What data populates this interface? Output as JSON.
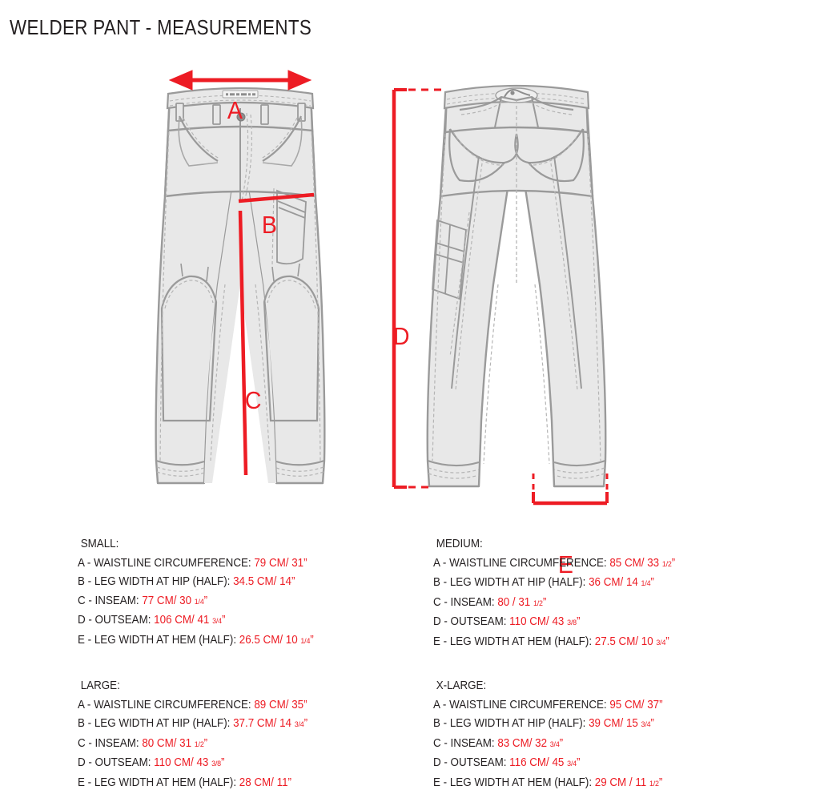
{
  "title": "WELDER PANT - MEASUREMENTS",
  "colors": {
    "measurement_red": "#ed1c24",
    "garment_fill": "#e8e8e8",
    "garment_outline": "#9a9a9a",
    "stitch_line": "#b5b5b5",
    "text": "#231f20",
    "background": "#ffffff"
  },
  "illustrations": {
    "front_view": {
      "name": "welder-pant-front-technical-drawing",
      "dimensions_shown": [
        "A",
        "B",
        "C"
      ]
    },
    "back_view": {
      "name": "welder-pant-back-technical-drawing",
      "dimensions_shown": [
        "D",
        "E"
      ]
    }
  },
  "dimension_letters": {
    "a": "A",
    "b": "B",
    "c": "C",
    "d": "D",
    "e": "E"
  },
  "measurement_keys": {
    "a": "A - WAISTLINE CIRCUMFERENCE:",
    "b": "B - LEG WIDTH AT HIP (HALF):",
    "c": "C - INSEAM:",
    "d": "D - OUTSEAM:",
    "e": "E - LEG WIDTH AT HEM (HALF):"
  },
  "sizes": [
    {
      "id": "small",
      "heading": "SMALL:",
      "rows": [
        {
          "label": "A - WAISTLINE CIRCUMFERENCE:",
          "value": "79 CM/  31”",
          "cm": 79,
          "inch": "31"
        },
        {
          "label": "B - LEG WIDTH AT HIP (HALF):",
          "value": "34.5 CM/  14”",
          "cm": 34.5,
          "inch": "14"
        },
        {
          "label": "C - INSEAM:",
          "value": "77 CM/  30 1/4”",
          "cm": 77,
          "inch": "30 1/4"
        },
        {
          "label": "D - OUTSEAM:",
          "value": "106 CM/  41 3/4”",
          "cm": 106,
          "inch": "41 3/4"
        },
        {
          "label": "E - LEG WIDTH AT HEM (HALF):",
          "value": "26.5 CM/  10 1/4”",
          "cm": 26.5,
          "inch": "10 1/4"
        }
      ]
    },
    {
      "id": "medium",
      "heading": "MEDIUM:",
      "rows": [
        {
          "label": "A - WAISTLINE CIRCUMFERENCE:",
          "value": "85 CM/  33 1/2”",
          "cm": 85,
          "inch": "33 1/2"
        },
        {
          "label": "B - LEG WIDTH AT HIP (HALF):",
          "value": "36 CM/  14 1/4”",
          "cm": 36,
          "inch": "14 1/4"
        },
        {
          "label": "C - INSEAM:",
          "value": "80 /  31 1/2”",
          "cm": 80,
          "inch": "31 1/2"
        },
        {
          "label": "D - OUTSEAM:",
          "value": "110 CM/  43 3/8”",
          "cm": 110,
          "inch": "43 3/8"
        },
        {
          "label": "E - LEG WIDTH AT HEM (HALF):",
          "value": "27.5 CM/  10 3/4”",
          "cm": 27.5,
          "inch": "10 3/4"
        }
      ]
    },
    {
      "id": "large",
      "heading": "LARGE:",
      "rows": [
        {
          "label": "A - WAISTLINE CIRCUMFERENCE:",
          "value": "89 CM/  35”",
          "cm": 89,
          "inch": "35"
        },
        {
          "label": "B - LEG WIDTH AT HIP (HALF):",
          "value": "37.7 CM/  14 3/4”",
          "cm": 37.7,
          "inch": "14 3/4"
        },
        {
          "label": "C - INSEAM:",
          "value": "80 CM/  31 1/2”",
          "cm": 80,
          "inch": "31 1/2"
        },
        {
          "label": "D - OUTSEAM:",
          "value": "110 CM/  43 3/8”",
          "cm": 110,
          "inch": "43 3/8"
        },
        {
          "label": "E - LEG WIDTH AT HEM (HALF):",
          "value": "28 CM/  11”",
          "cm": 28,
          "inch": "11"
        }
      ]
    },
    {
      "id": "xlarge",
      "heading": "X-LARGE:",
      "rows": [
        {
          "label": "A - WAISTLINE CIRCUMFERENCE:",
          "value": "95 CM/  37”",
          "cm": 95,
          "inch": "37"
        },
        {
          "label": "B - LEG WIDTH AT HIP (HALF):",
          "value": "39 CM/  15 3/4”",
          "cm": 39,
          "inch": "15 3/4"
        },
        {
          "label": "C - INSEAM:",
          "value": "83 CM/  32 3/4”",
          "cm": 83,
          "inch": "32 3/4"
        },
        {
          "label": "D - OUTSEAM:",
          "value": "116 CM/  45 3/4”",
          "cm": 116,
          "inch": "45 3/4"
        },
        {
          "label": "E - LEG WIDTH AT HEM (HALF):",
          "value": "29 CM /  11 1/2”",
          "cm": 29,
          "inch": "11 1/2"
        }
      ]
    }
  ]
}
